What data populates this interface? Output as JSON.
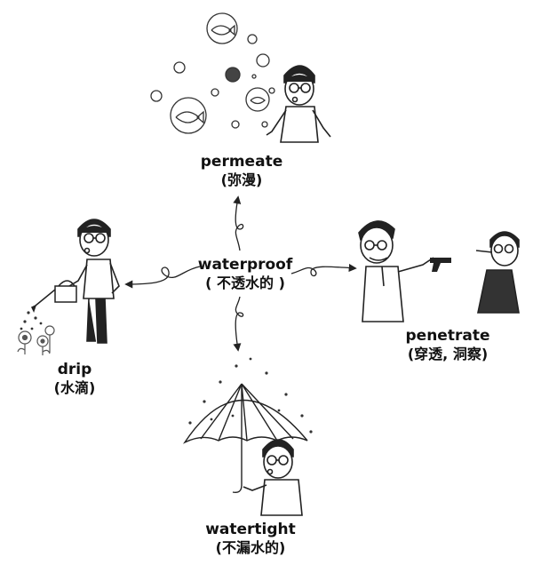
{
  "center": {
    "english": "waterproof",
    "chinese": "( 不透水的 )"
  },
  "branches": {
    "top": {
      "english": "permeate",
      "chinese": "(弥漫)"
    },
    "left": {
      "english": "drip",
      "chinese": "(水滴)"
    },
    "right": {
      "english": "penetrate",
      "chinese": "(穿透, 洞察)"
    },
    "bottom": {
      "english": "watertight",
      "chinese": "(不漏水的)"
    }
  },
  "colors": {
    "ink": "#111111",
    "background": "#ffffff",
    "flower": "#555555"
  }
}
